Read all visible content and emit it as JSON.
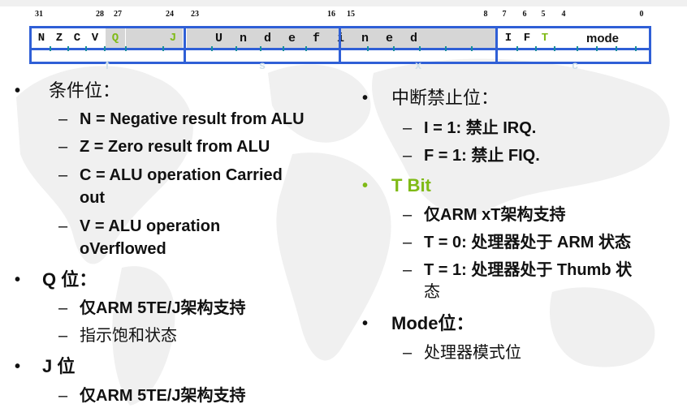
{
  "register": {
    "bit_numbers": [
      "31",
      "28",
      "27",
      "24",
      "23",
      "16",
      "15",
      "8",
      "7",
      "6",
      "5",
      "4",
      "0"
    ],
    "cells": {
      "n": "N",
      "z": "Z",
      "c": "C",
      "v": "V",
      "q": "Q",
      "j": "J",
      "undefined": "U n d e f i n e d",
      "i": "I",
      "f": "F",
      "t": "T",
      "mode": "mode"
    },
    "field_labels": [
      "f",
      "s",
      "x",
      "c"
    ],
    "colors": {
      "border": "#2f5fd6",
      "highlight": "#7fba16",
      "shade": "#c8c8c8"
    }
  },
  "left_column": [
    {
      "title": "条件位：",
      "items": [
        "N = Negative result from ALU",
        "Z = Zero result from ALU",
        "C = ALU operation Carried",
        "out",
        "V = ALU operation",
        "oVerflowed"
      ]
    },
    {
      "title": "Q 位：",
      "items": [
        "仅ARM 5TE/J架构支持",
        "指示饱和状态"
      ]
    },
    {
      "title": "J 位",
      "items": [
        "仅ARM 5TE/J架构支持"
      ]
    }
  ],
  "right_column": [
    {
      "title": "中断禁止位：",
      "items": [
        "I = 1: 禁止 IRQ.",
        "F = 1: 禁止 FIQ."
      ]
    },
    {
      "title": "T Bit",
      "items": [
        "仅ARM xT架构支持",
        "T = 0: 处理器处于 ARM 状态",
        "T = 1: 处理器处于 Thumb 状",
        "态"
      ]
    },
    {
      "title": "Mode位：",
      "items": [
        "处理器模式位"
      ]
    }
  ],
  "bullet_glyph": "•",
  "dash_glyph": "–"
}
